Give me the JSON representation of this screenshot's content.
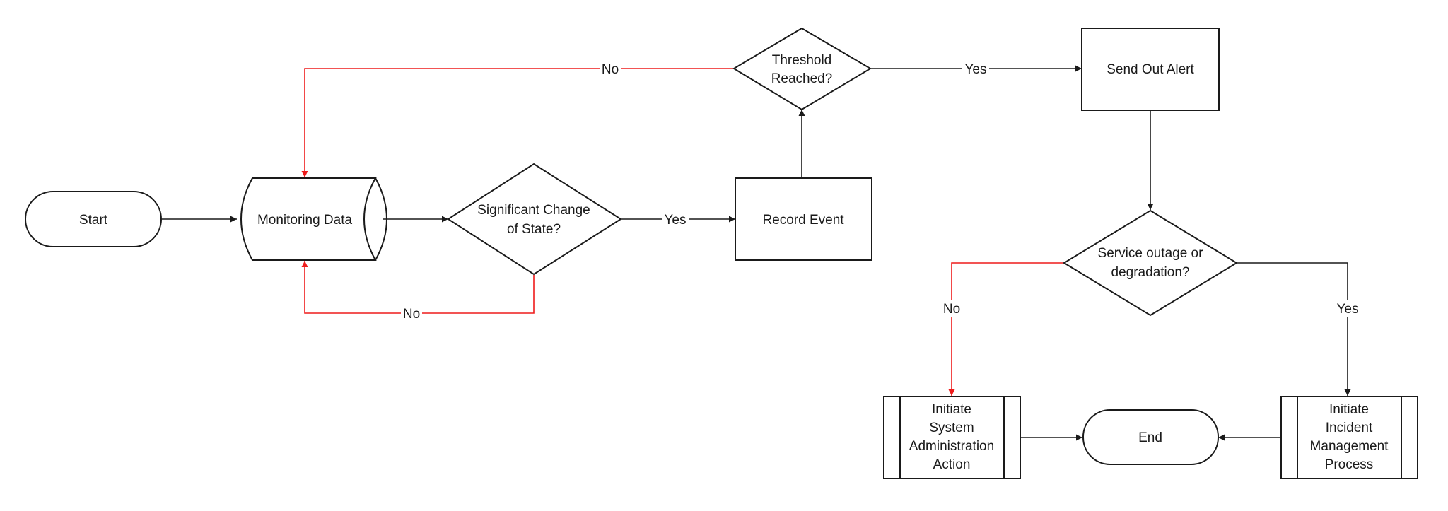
{
  "colors": {
    "stroke": "#1a1a1a",
    "negative_path": "#ee1c1c",
    "background": "#ffffff"
  },
  "nodes": {
    "start": {
      "shape": "terminator",
      "lines": [
        "Start"
      ]
    },
    "monitoring": {
      "shape": "stored-data",
      "lines": [
        "Monitoring Data"
      ]
    },
    "significant": {
      "shape": "decision",
      "lines": [
        "Significant Change",
        "of State?"
      ]
    },
    "record": {
      "shape": "process",
      "lines": [
        "Record Event"
      ]
    },
    "threshold": {
      "shape": "decision",
      "lines": [
        "Threshold",
        "Reached?"
      ]
    },
    "alert": {
      "shape": "process",
      "lines": [
        "Send Out Alert"
      ]
    },
    "outage": {
      "shape": "decision",
      "lines": [
        "Service outage or",
        "degradation?"
      ]
    },
    "sysadmin": {
      "shape": "predefined-process",
      "lines": [
        "Initiate",
        "System",
        "Administration",
        "Action"
      ]
    },
    "end": {
      "shape": "terminator",
      "lines": [
        "End"
      ]
    },
    "incident": {
      "shape": "predefined-process",
      "lines": [
        "Initiate",
        "Incident",
        "Management",
        "Process"
      ]
    }
  },
  "edges": {
    "start_to_monitoring": {
      "from": "Start",
      "to": "Monitoring Data",
      "label": "",
      "negative": false
    },
    "monitoring_to_significant": {
      "from": "Monitoring Data",
      "to": "Significant Change of State?",
      "label": "",
      "negative": false
    },
    "significant_yes": {
      "from": "Significant Change of State?",
      "to": "Record Event",
      "label": "Yes",
      "negative": false
    },
    "significant_no": {
      "from": "Significant Change of State?",
      "to": "Monitoring Data",
      "label": "No",
      "negative": true
    },
    "record_to_threshold": {
      "from": "Record Event",
      "to": "Threshold Reached?",
      "label": "",
      "negative": false
    },
    "threshold_no": {
      "from": "Threshold Reached?",
      "to": "Monitoring Data",
      "label": "No",
      "negative": true
    },
    "threshold_yes": {
      "from": "Threshold Reached?",
      "to": "Send Out Alert",
      "label": "Yes",
      "negative": false
    },
    "alert_to_outage": {
      "from": "Send Out Alert",
      "to": "Service outage or degradation?",
      "label": "",
      "negative": false
    },
    "outage_no": {
      "from": "Service outage or degradation?",
      "to": "Initiate System Administration Action",
      "label": "No",
      "negative": true
    },
    "outage_yes": {
      "from": "Service outage or degradation?",
      "to": "Initiate Incident Management Process",
      "label": "Yes",
      "negative": false
    },
    "sysadmin_to_end": {
      "from": "Initiate System Administration Action",
      "to": "End",
      "label": "",
      "negative": false
    },
    "incident_to_end": {
      "from": "Initiate Incident Management Process",
      "to": "End",
      "label": "",
      "negative": false
    }
  }
}
